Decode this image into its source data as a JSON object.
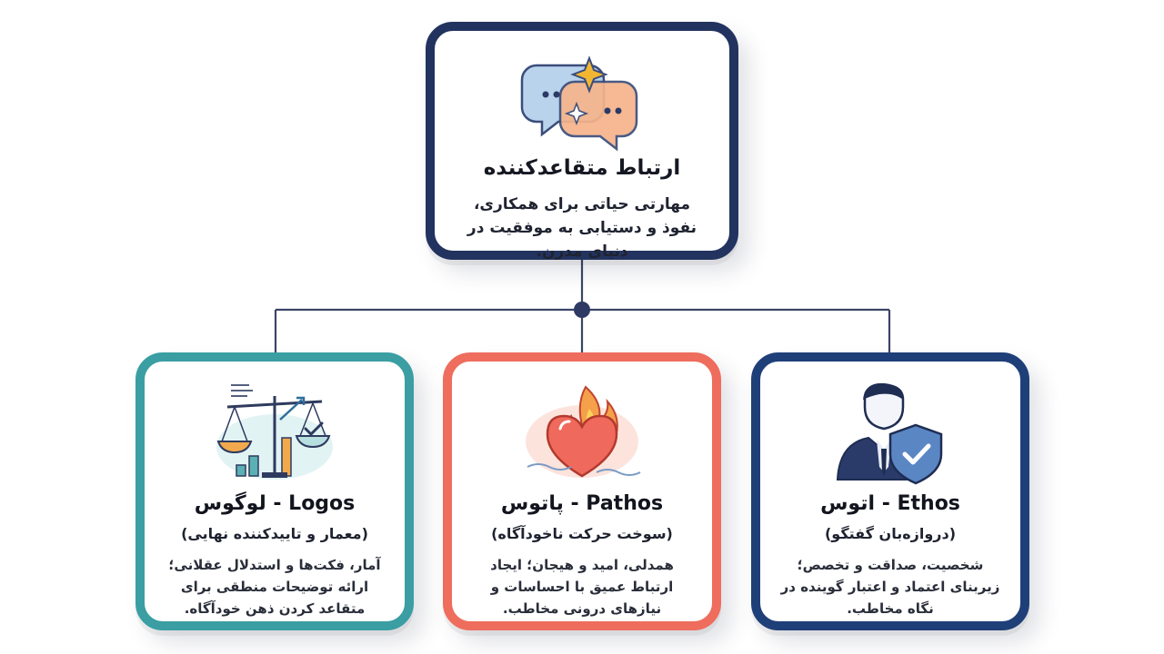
{
  "root": {
    "title": "ارتباط متقاعدکننده",
    "description": "مهارتی حیاتی برای همکاری، نفوذ و دستیابی به موفقیت در دنیای مدرن.",
    "icon": "speech-bubbles-icon"
  },
  "pillars": [
    {
      "key": "ethos",
      "title": "Ethos - اتوس",
      "subtitle": "(دروازه‌بان گفتگو)",
      "description": "شخصیت، صداقت و تخصص؛ زیربنای اعتماد و اعتبار گوینده در نگاه مخاطب.",
      "icon": "person-shield-icon",
      "color": "#1f3f79"
    },
    {
      "key": "pathos",
      "title": "Pathos - پاتوس",
      "subtitle": "(سوخت حرکت ناخودآگاه)",
      "description": "همدلی، امید و هیجان؛ ایجاد ارتباط عمیق با احساسات و نیازهای درونی مخاطب.",
      "icon": "flaming-heart-icon",
      "color": "#ee6d5d"
    },
    {
      "key": "logos",
      "title": "Logos - لوگوس",
      "subtitle": "(معمار و تاییدکننده نهایی)",
      "description": "آمار، فکت‌ها و استدلال عقلانی؛ ارائه توضیحات منطقی برای متقاعد کردن ذهن خودآگاه.",
      "icon": "scale-chart-icon",
      "color": "#3a9ea3"
    }
  ],
  "colors": {
    "root_border": "#23335f",
    "connector": "#3c4566"
  }
}
